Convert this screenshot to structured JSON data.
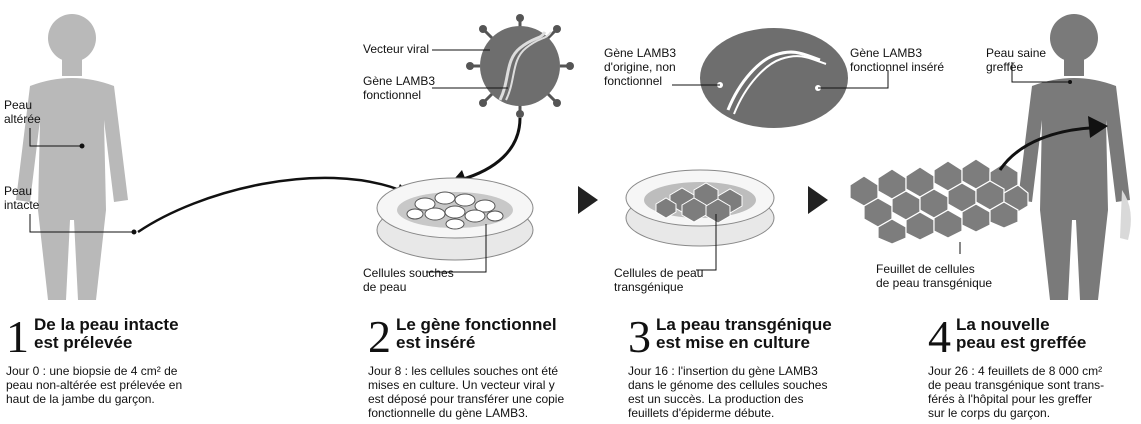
{
  "labels": {
    "peau_alteree": "Peau\naltérée",
    "peau_intacte": "Peau\nintacte",
    "vecteur_viral": "Vecteur viral",
    "gene_fonctionnel": "Gène LAMB3\nfonctionnel",
    "cellules_souches": "Cellules souches\nde peau",
    "gene_origine": "Gène LAMB3\nd'origine, non\nfonctionnel",
    "gene_insere": "Gène LAMB3\nfonctionnel inséré",
    "cellules_transgeniques": "Cellules de peau\ntransgénique",
    "feuillet": "Feuillet de cellules\nde peau transgénique",
    "peau_saine": "Peau saine\ngreffée"
  },
  "steps": [
    {
      "number": "1",
      "title": "De la peau intacte\nest prélevée",
      "text": "Jour 0 : une biopsie de 4 cm² de\npeau non-altérée est prélevée en\nhaut de la jambe du garçon."
    },
    {
      "number": "2",
      "title": "Le gène fonctionnel\nest inséré",
      "text": "Jour 8 : les cellules souches ont été\nmises en culture. Un vecteur viral y\nest déposé pour transférer une copie\nfonctionnelle du gène LAMB3."
    },
    {
      "number": "3",
      "title": "La peau transgénique\nest mise en culture",
      "text": "Jour 16 : l'insertion du gène LAMB3\ndans le génome des cellules souches\nest un succès. La production des\nfeuillets d'épiderme débute."
    },
    {
      "number": "4",
      "title": "La nouvelle\npeau est greffée",
      "text": "Jour 26 : 4 feuillets de 8 000 cm²\nde peau transgénique sont trans-\nférés à l'hôpital pour les greffer\nsur le corps du garçon."
    }
  ],
  "colors": {
    "figure_light": "#b9b9b9",
    "figure_dark": "#7a7a7a",
    "ink": "#111111",
    "cell": "#8c8c8c",
    "dish": "#f2f2f2"
  }
}
